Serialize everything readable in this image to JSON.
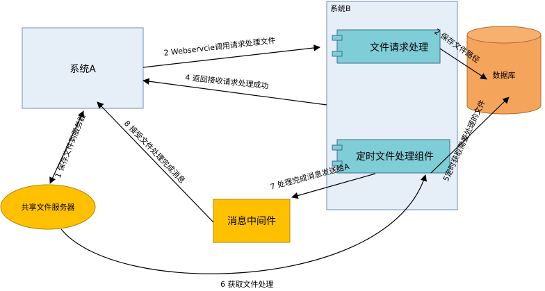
{
  "nodes": {
    "system_a": "系统A",
    "system_b": "系统B",
    "file_request": "文件请求处理",
    "timer_component": "定时文件处理组件",
    "database": "数据库",
    "file_server": "共享文件服务器",
    "message_mw": "消息中间件"
  },
  "edges": {
    "e1": "1 保存文件到服务器",
    "e2a": "2 Webservcie调用请求处理文件",
    "e2b": "2 保存文件路径",
    "e4": "4 返回接收请求处理成功",
    "e5": "5定时获取需要处理的文件",
    "e6": "6 获取文件处理",
    "e7": "7 处理完成消息发送给A",
    "e8": "8 接受文件处理完成消息"
  },
  "colors": {
    "system_fill": "#e6eef8",
    "component_fill": "#7fcdd6",
    "database_fill": "#f5a45b",
    "server_fill": "#ffc000",
    "message_fill": "#ffc000"
  }
}
